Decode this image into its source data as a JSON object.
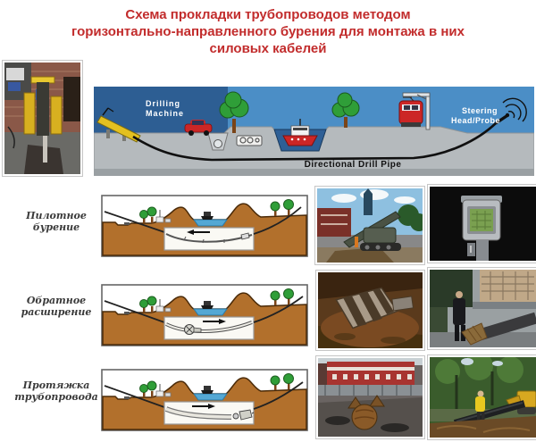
{
  "title": {
    "line1": "Схема прокладки трубопроводов методом",
    "line2": "горизонтально-направленного бурения для монтажа в них",
    "line3": "силовых кабелей"
  },
  "banner": {
    "drilling_machine_line1": "Drilling",
    "drilling_machine_line2": "Machine",
    "steering_line1": "Steering",
    "steering_line2": "Head/Probe",
    "drill_pipe_label": "Directional Drill Pipe"
  },
  "stages": [
    {
      "label_line1": "Пилотное",
      "label_line2": "бурение"
    },
    {
      "label_line1": "Обратное",
      "label_line2": "расширение"
    },
    {
      "label_line1": "Протяжка",
      "label_line2": "трубопровода"
    }
  ],
  "colors": {
    "title_red": "#c22c2c",
    "label_gray": "#3a3a3a",
    "sky_dark": "#2d5e93",
    "sky_light": "#4b8ec6",
    "ground_gray": "#b5babd",
    "ground_dark": "#9aa0a3",
    "terrain_brown": "#b2702c",
    "terrain_edge": "#4a2a08",
    "water_blue": "#54a8d4",
    "water_deep": "#2e5f96",
    "tree_green": "#2f9e38",
    "machine_yellow": "#e3c020",
    "accent_red": "#cc2626"
  }
}
